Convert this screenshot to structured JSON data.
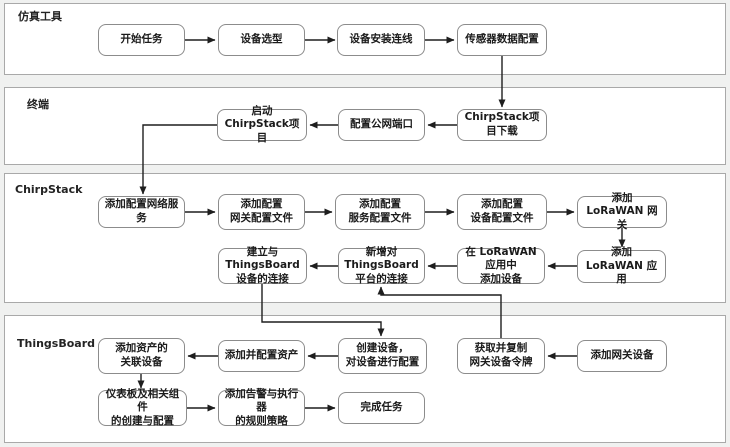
{
  "diagram": {
    "type": "swimlane-flowchart",
    "lanes": [
      {
        "id": "simulation-tool",
        "label": "仿真工具"
      },
      {
        "id": "terminal",
        "label": "终端"
      },
      {
        "id": "chirpstack",
        "label": "ChirpStack"
      },
      {
        "id": "thingsboard",
        "label": "ThingsBoard"
      }
    ],
    "nodes": [
      {
        "id": "start-task",
        "lane": "simulation-tool",
        "label": "开始任务"
      },
      {
        "id": "device-selection",
        "lane": "simulation-tool",
        "label": "设备选型"
      },
      {
        "id": "device-wiring",
        "lane": "simulation-tool",
        "label": "设备安装连线"
      },
      {
        "id": "sensor-data-config",
        "lane": "simulation-tool",
        "label": "传感器数据配置"
      },
      {
        "id": "chirpstack-download",
        "lane": "terminal",
        "label": "ChirpStack项目下载"
      },
      {
        "id": "public-port-config",
        "lane": "terminal",
        "label": "配置公网端口"
      },
      {
        "id": "start-chirpstack",
        "lane": "terminal",
        "label": "启动ChirpStack项目"
      },
      {
        "id": "add-network-service",
        "lane": "chirpstack",
        "label": "添加配置网络服务"
      },
      {
        "id": "gateway-config-file",
        "lane": "chirpstack",
        "label": "添加配置\n网关配置文件"
      },
      {
        "id": "service-config-file",
        "lane": "chirpstack",
        "label": "添加配置\n服务配置文件"
      },
      {
        "id": "device-config-file",
        "lane": "chirpstack",
        "label": "添加配置\n设备配置文件"
      },
      {
        "id": "add-lorawan-gateway",
        "lane": "chirpstack",
        "label": "添加 LoRaWAN 网关"
      },
      {
        "id": "add-lorawan-app",
        "lane": "chirpstack",
        "label": "添加 LoRaWAN 应用"
      },
      {
        "id": "add-device-in-app",
        "lane": "chirpstack",
        "label": "在 LoRaWAN 应用中\n添加设备"
      },
      {
        "id": "new-thingsboard-platform-conn",
        "lane": "chirpstack",
        "label": "新增对ThingsBoard\n平台的连接"
      },
      {
        "id": "thingsboard-device-conn",
        "lane": "chirpstack",
        "label": "建立与ThingsBoard\n设备的连接"
      },
      {
        "id": "create-device-config",
        "lane": "thingsboard",
        "label": "创建设备，\n对设备进行配置"
      },
      {
        "id": "copy-gateway-token",
        "lane": "thingsboard",
        "label": "获取并复制\n网关设备令牌"
      },
      {
        "id": "add-gateway-device",
        "lane": "thingsboard",
        "label": "添加网关设备"
      },
      {
        "id": "add-config-asset",
        "lane": "thingsboard",
        "label": "添加并配置资产"
      },
      {
        "id": "asset-related-device",
        "lane": "thingsboard",
        "label": "添加资产的\n关联设备"
      },
      {
        "id": "dashboard-components",
        "lane": "thingsboard",
        "label": "仪表板及相关组件\n的创建与配置"
      },
      {
        "id": "alarm-rules",
        "lane": "thingsboard",
        "label": "添加告警与执行器\n的规则策略"
      },
      {
        "id": "finish-task",
        "lane": "thingsboard",
        "label": "完成任务"
      }
    ],
    "edges": [
      {
        "from": "start-task",
        "to": "device-selection"
      },
      {
        "from": "device-selection",
        "to": "device-wiring"
      },
      {
        "from": "device-wiring",
        "to": "sensor-data-config"
      },
      {
        "from": "sensor-data-config",
        "to": "chirpstack-download"
      },
      {
        "from": "chirpstack-download",
        "to": "public-port-config"
      },
      {
        "from": "public-port-config",
        "to": "start-chirpstack"
      },
      {
        "from": "start-chirpstack",
        "to": "add-network-service"
      },
      {
        "from": "add-network-service",
        "to": "gateway-config-file"
      },
      {
        "from": "gateway-config-file",
        "to": "service-config-file"
      },
      {
        "from": "service-config-file",
        "to": "device-config-file"
      },
      {
        "from": "device-config-file",
        "to": "add-lorawan-gateway"
      },
      {
        "from": "add-lorawan-gateway",
        "to": "add-lorawan-app"
      },
      {
        "from": "add-lorawan-app",
        "to": "add-device-in-app"
      },
      {
        "from": "add-device-in-app",
        "to": "new-thingsboard-platform-conn"
      },
      {
        "from": "new-thingsboard-platform-conn",
        "to": "thingsboard-device-conn"
      },
      {
        "from": "thingsboard-device-conn",
        "to": "create-device-config"
      },
      {
        "from": "create-device-config",
        "to": "add-config-asset"
      },
      {
        "from": "add-config-asset",
        "to": "asset-related-device"
      },
      {
        "from": "asset-related-device",
        "to": "dashboard-components"
      },
      {
        "from": "dashboard-components",
        "to": "alarm-rules"
      },
      {
        "from": "alarm-rules",
        "to": "finish-task"
      },
      {
        "from": "add-gateway-device",
        "to": "copy-gateway-token"
      },
      {
        "from": "copy-gateway-token",
        "to": "new-thingsboard-platform-conn"
      }
    ],
    "colors": {
      "canvas_bg": "#f0f1f0",
      "lane_bg": "#ffffff",
      "lane_border": "#a9a9a9",
      "node_bg": "#ffffff",
      "node_border": "#8c8c8c",
      "connector": "#1e1e1e",
      "text": "#1b1b1b"
    }
  }
}
